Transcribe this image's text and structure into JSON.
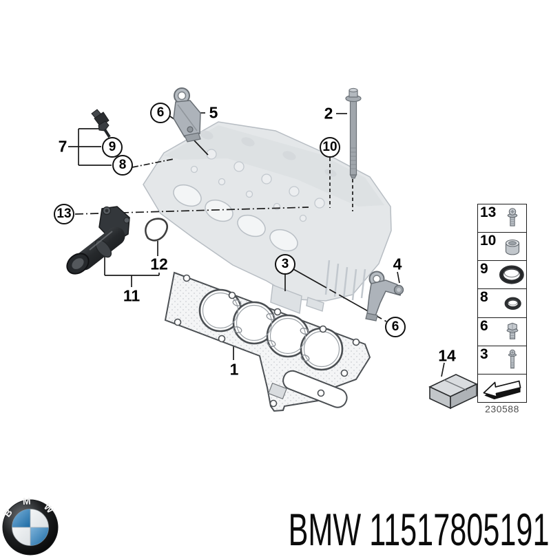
{
  "diagram": {
    "drawing_number": "230588",
    "circled": [
      {
        "label": "6"
      },
      {
        "label": "9"
      },
      {
        "label": "8"
      },
      {
        "label": "13"
      },
      {
        "label": "10"
      },
      {
        "label": "3"
      },
      {
        "label": "6"
      }
    ],
    "plain": [
      {
        "label": "7"
      },
      {
        "label": "5"
      },
      {
        "label": "2"
      },
      {
        "label": "12"
      },
      {
        "label": "11"
      },
      {
        "label": "1"
      },
      {
        "label": "4"
      },
      {
        "label": "14"
      }
    ],
    "legend": {
      "rows": [
        {
          "label": "13",
          "icon": "torx-bolt-icon"
        },
        {
          "label": "10",
          "icon": "sleeve-icon"
        },
        {
          "label": "9",
          "icon": "oring-large-icon"
        },
        {
          "label": "8",
          "icon": "oring-small-icon"
        },
        {
          "label": "6",
          "icon": "hex-bolt-icon"
        },
        {
          "label": "3",
          "icon": "screw-icon"
        },
        {
          "label": "",
          "icon": "return-arrow-icon"
        }
      ]
    }
  },
  "footer": {
    "brand": "BMW",
    "part_number": "11517805191",
    "caption": "BMW 11517805191",
    "logo_letters": "B M W"
  },
  "colors": {
    "background": "#ffffff",
    "line": "#1a1a1a",
    "ghost_fill": "#e4e7e9",
    "metal_gray": "#adb3ba",
    "dark_part": "#2e3236",
    "logo_blue": "#2f7cb6"
  }
}
